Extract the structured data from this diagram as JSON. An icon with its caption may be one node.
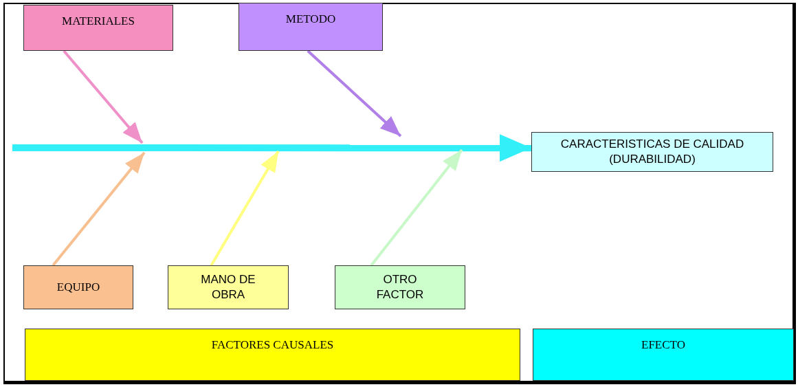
{
  "diagram": {
    "nodes": [
      {
        "text": [
          "MATERIALES"
        ]
      },
      {
        "text": [
          "METODO"
        ]
      },
      {
        "text": [
          "CARACTERISTICAS DE CALIDAD (DURABILIDAD)"
        ]
      },
      {
        "text": [
          "EQUIPO"
        ]
      },
      {
        "text": [
          "MANO DE OBRA"
        ]
      },
      {
        "text": [
          "OTRO FACTOR"
        ]
      },
      {
        "text": [
          "FACTORES CAUSALES"
        ]
      },
      {
        "text": [
          "EFECTO"
        ]
      }
    ],
    "edges": [
      {
        "from": null,
        "to": 2,
        "arrow": "to",
        "style": "thick",
        "color": "#33f0f8"
      },
      {
        "from": 0,
        "to": null,
        "arrow": "to",
        "color": "#f090c8"
      },
      {
        "from": 1,
        "to": null,
        "arrow": "to",
        "color": "#b080e8"
      },
      {
        "from": 3,
        "to": null,
        "arrow": "to",
        "color": "#f8c090"
      },
      {
        "from": 4,
        "to": null,
        "arrow": "to",
        "color": "#ffff80"
      },
      {
        "from": 5,
        "to": null,
        "arrow": "to",
        "color": "#c8f8c8"
      }
    ]
  }
}
